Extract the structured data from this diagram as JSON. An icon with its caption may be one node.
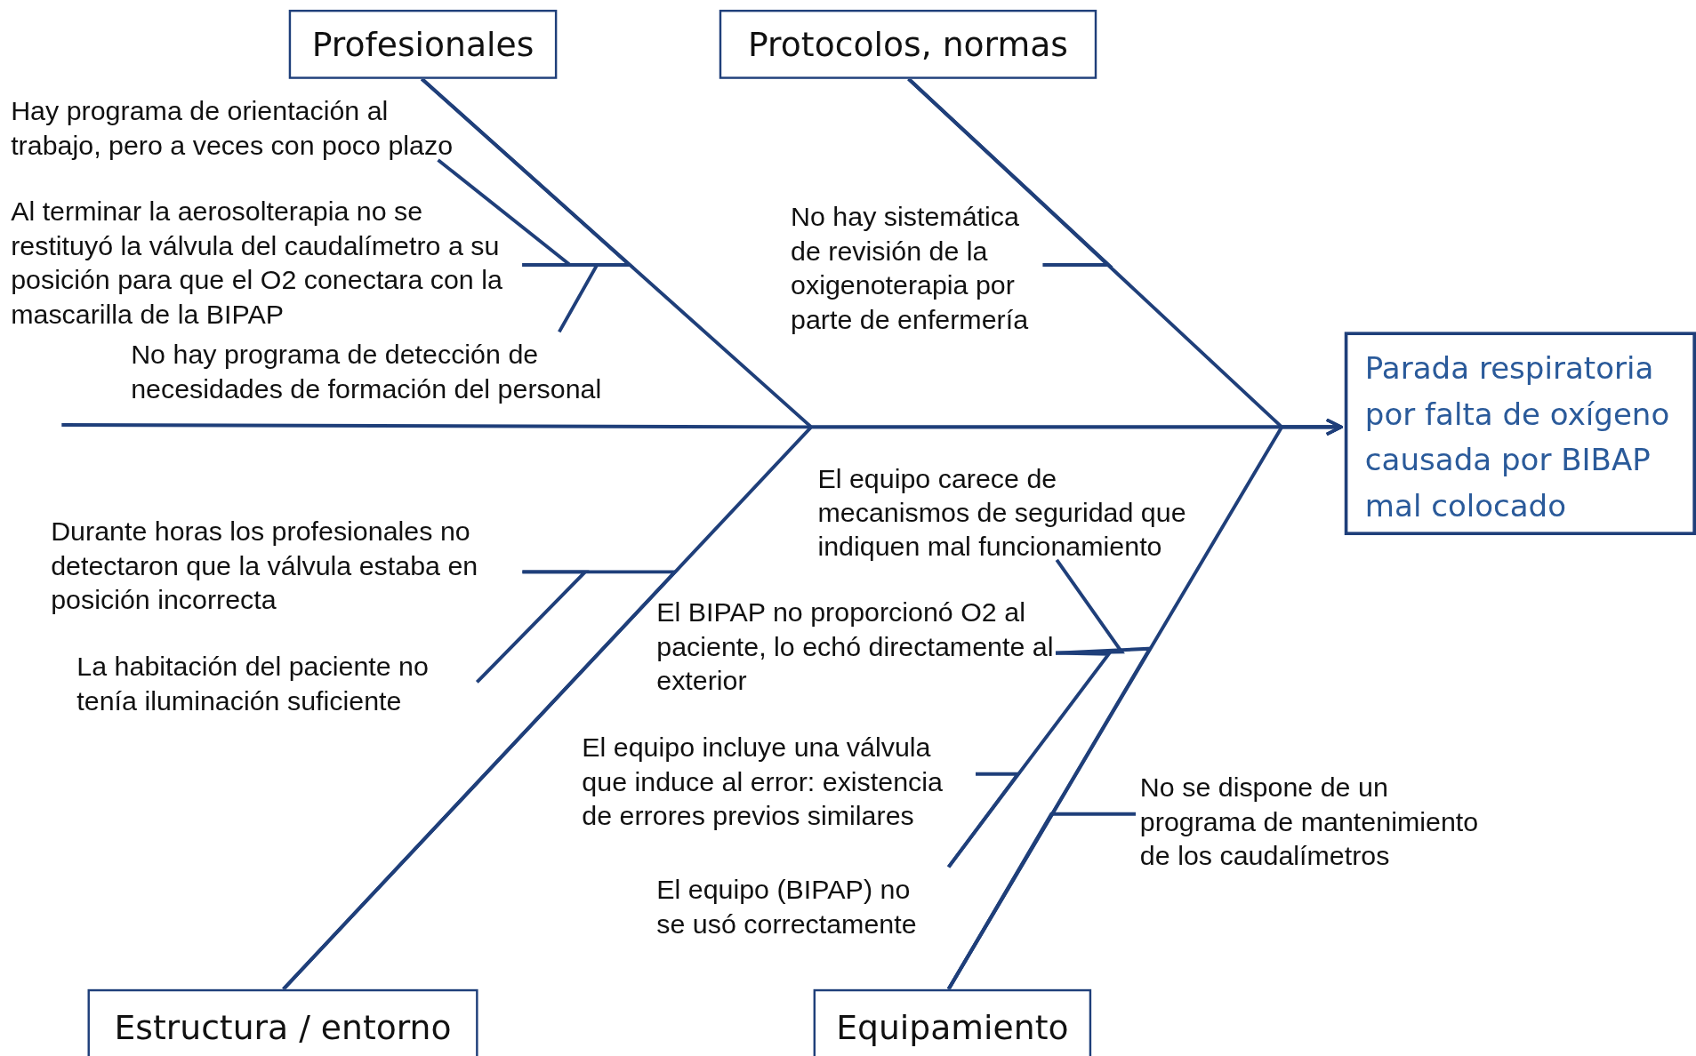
{
  "diagram": {
    "nodes": [
      {
        "text": [
          "Profesionales"
        ]
      },
      {
        "text": [
          "Protocolos, normas"
        ]
      },
      {
        "text": [
          "Hay programa de orientación al trabajo, pero a veces con poco plazo"
        ]
      },
      {
        "text": [
          "Al terminar la aerosolterapia no se restituyó la válvula del caudalímetro a su posición para que el O2 conectara con la mascarilla de la BIPAP"
        ]
      },
      {
        "text": [
          "No hay programa de detección de necesidades de formación del personal"
        ]
      },
      {
        "text": [
          "No hay sistemática de revisión de la oxigenoterapia por parte de enfermería"
        ]
      },
      {
        "text": [
          "Parada respiratoria por falta de oxígeno causada por BIBAP mal colocado"
        ]
      },
      {
        "text": [
          "El equipo carece de mecanismos de seguridad que indiquen mal funcionamiento"
        ]
      },
      {
        "text": [
          "Durante horas los profesionales no detectaron que la válvula estaba en posición incorrecta"
        ]
      },
      {
        "text": [
          "El BIPAP no proporcionó O2 al paciente, lo echó directamente al exterior"
        ]
      },
      {
        "text": [
          "La habitación del paciente no tenía iluminación suficiente"
        ]
      },
      {
        "text": [
          "El equipo incluye una válvula que induce al error: existencia de errores previos similares"
        ]
      },
      {
        "text": [
          "No se dispone de un programa de mantenimiento de los caudalímetros"
        ]
      },
      {
        "text": [
          "El equipo (BIPAP) no se usó correctamente"
        ]
      },
      {
        "text": [
          "Estructura / entorno"
        ]
      },
      {
        "text": [
          "Equipamiento"
        ]
      }
    ],
    "edges": [
      {
        "from": 0,
        "to": 6,
        "arrow": "to"
      },
      {
        "from": 1,
        "to": 6,
        "arrow": "to"
      },
      {
        "from": 14,
        "to": 6,
        "arrow": "to"
      },
      {
        "from": 15,
        "to": 6,
        "arrow": "to"
      },
      {
        "from": 3,
        "to": 0,
        "arrow": "none"
      },
      {
        "from": 2,
        "to": 3,
        "arrow": "none"
      },
      {
        "from": 4,
        "to": 3,
        "arrow": "none"
      },
      {
        "from": 5,
        "to": 1,
        "arrow": "none"
      },
      {
        "from": 8,
        "to": 14,
        "arrow": "none"
      },
      {
        "from": 10,
        "to": 8,
        "arrow": "none"
      },
      {
        "from": 9,
        "to": 15,
        "arrow": "none"
      },
      {
        "from": 7,
        "to": 9,
        "arrow": "none"
      },
      {
        "from": 13,
        "to": 9,
        "arrow": "none"
      },
      {
        "from": 11,
        "to": 13,
        "arrow": "none"
      },
      {
        "from": 12,
        "to": 15,
        "arrow": "none"
      }
    ]
  }
}
